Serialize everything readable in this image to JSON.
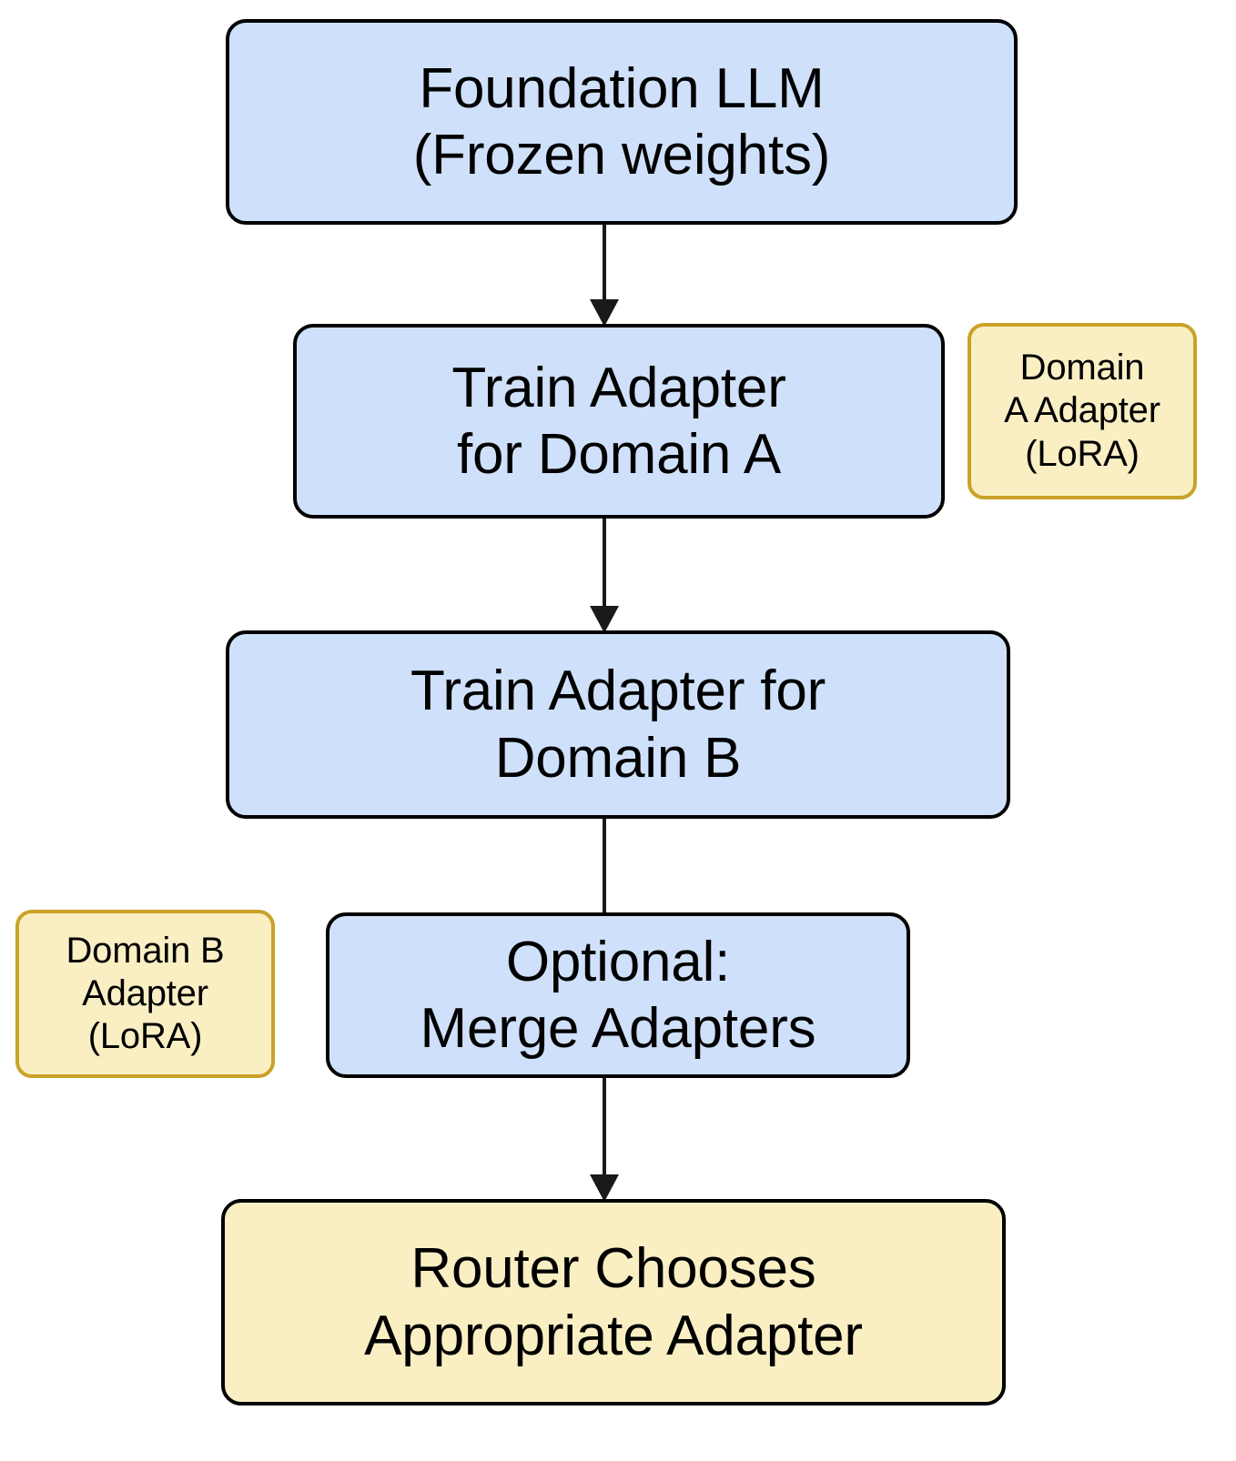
{
  "diagram": {
    "title": "LoRA adapter training and routing pipeline",
    "background_color": "#ffffff",
    "palette": {
      "process_fill": "#cfe1fa",
      "process_border": "#000000",
      "artifact_fill": "#faefc3",
      "artifact_border": "#c9a227",
      "router_fill": "#faefc3",
      "router_border": "#000000",
      "arrow_color": "#1a1a1a",
      "text_color": "#000000"
    },
    "nodes": [
      {
        "id": "foundation-llm",
        "label": "Foundation LLM\n(Frozen weights)",
        "kind": "process"
      },
      {
        "id": "train-adapter-domain-a",
        "label": "Train Adapter\nfor Domain A",
        "kind": "process"
      },
      {
        "id": "domain-a-adapter",
        "label": "Domain\nA Adapter\n(LoRA)",
        "kind": "artifact"
      },
      {
        "id": "train-adapter-domain-b",
        "label": "Train Adapter for\nDomain B",
        "kind": "process"
      },
      {
        "id": "domain-b-adapter",
        "label": "Domain B\nAdapter\n(LoRA)",
        "kind": "artifact"
      },
      {
        "id": "merge-adapters",
        "label": "Optional:\nMerge Adapters",
        "kind": "process"
      },
      {
        "id": "router",
        "label": "Router Chooses\nAppropriate Adapter",
        "kind": "router"
      }
    ],
    "edges": [
      {
        "id": "edge-foundation-to-domain-a",
        "from": "foundation-llm",
        "to": "train-adapter-domain-a",
        "arrowhead": true
      },
      {
        "id": "edge-domain-a-to-domain-b",
        "from": "train-adapter-domain-a",
        "to": "train-adapter-domain-b",
        "arrowhead": true
      },
      {
        "id": "edge-domain-b-to-merge",
        "from": "train-adapter-domain-b",
        "to": "merge-adapters",
        "arrowhead": false
      },
      {
        "id": "edge-merge-to-router",
        "from": "merge-adapters",
        "to": "router",
        "arrowhead": true
      }
    ]
  }
}
